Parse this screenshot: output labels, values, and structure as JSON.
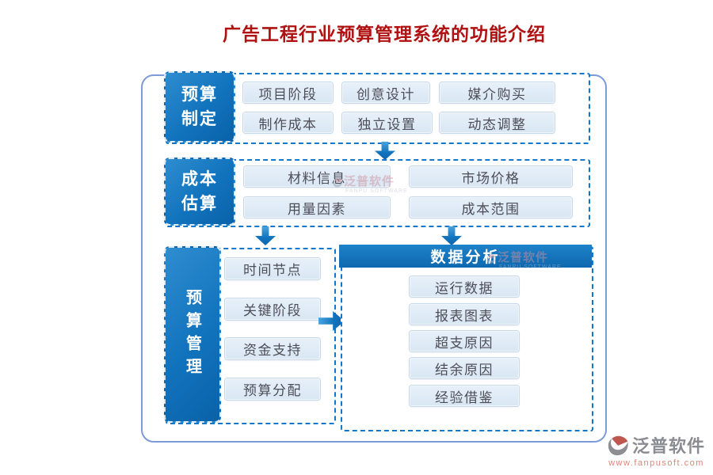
{
  "title": "广告工程行业预算管理系统的功能介绍",
  "sections": [
    {
      "label": "预算制定",
      "items": [
        "项目阶段",
        "创意设计",
        "媒介购买",
        "制作成本",
        "独立设置",
        "动态调整"
      ]
    },
    {
      "label": "成本估算",
      "items": [
        "材料信息",
        "市场价格",
        "用量因素",
        "成本范围"
      ]
    },
    {
      "label": "预算管理",
      "items": [
        "时间节点",
        "关键阶段",
        "资金支持",
        "预算分配"
      ]
    }
  ],
  "analysis": {
    "title": "数据分析",
    "items": [
      "运行数据",
      "报表图表",
      "超支原因",
      "结余原因",
      "经验借鉴"
    ]
  },
  "watermark": {
    "brand": "泛普软件",
    "caption": "FANPU SOFTWARE"
  },
  "footer": {
    "brand": "泛普软件",
    "website": "www.fanpusoft.com"
  },
  "colors": {
    "primary_blue": "#1173bd",
    "dashed_border": "#1377c9",
    "frame_border": "#7d9bd9",
    "chip_bg": "#dce9f5",
    "title_red": "#b01212",
    "logo_grey": "#8b8b92",
    "logo_red": "#e0857b"
  }
}
